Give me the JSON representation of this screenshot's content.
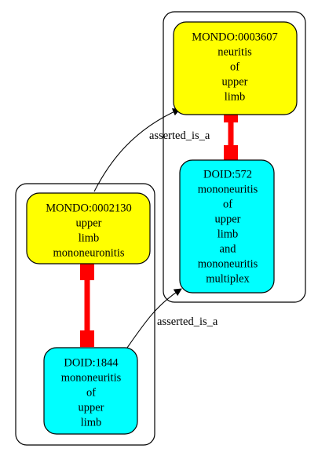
{
  "colors": {
    "mondo_fill": "#ffff00",
    "doid_fill": "#00ffff",
    "equivalence_edge": "#ff0000",
    "edge": "#000000"
  },
  "nodes": {
    "mondo_0003607": {
      "lines": [
        "MONDO:0003607",
        "neuritis",
        "of",
        "upper",
        "limb"
      ]
    },
    "doid_572": {
      "lines": [
        "DOID:572",
        "mononeuritis",
        "of",
        "upper",
        "limb",
        "and",
        "mononeuritis",
        "multiplex"
      ]
    },
    "mondo_0002130": {
      "lines": [
        "MONDO:0002130",
        "upper",
        "limb",
        "mononeuronitis"
      ]
    },
    "doid_1844": {
      "lines": [
        "DOID:1844",
        "mononeuritis",
        "of",
        "upper",
        "limb"
      ]
    }
  },
  "edges": {
    "edge_1": {
      "label": "asserted_is_a"
    },
    "edge_2": {
      "label": "asserted_is_a"
    }
  }
}
